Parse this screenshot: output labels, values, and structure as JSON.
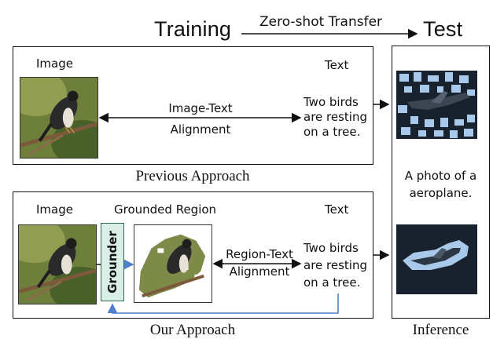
{
  "header": {
    "training": "Training",
    "transfer": "Zero-shot Transfer",
    "test": "Test"
  },
  "previous": {
    "image_label": "Image",
    "text_label": "Text",
    "alignment": [
      "Image-Text",
      "Alignment"
    ],
    "text_lines": [
      "Two birds",
      "are resting",
      "on a tree."
    ],
    "caption": "Previous Approach"
  },
  "ours": {
    "image_label": "Image",
    "grounded_label": "Grounded Region",
    "text_label": "Text",
    "grounder": "Grounder",
    "alignment": [
      "Region-Text",
      "Alignment"
    ],
    "text_lines": [
      "Two birds",
      "are resting",
      "on a tree."
    ],
    "caption": "Our  Approach"
  },
  "inference": {
    "prompt_lines": [
      "A photo of a",
      "aeroplane."
    ],
    "caption": "Inference"
  },
  "colors": {
    "grounder_fill": "#d9efe6",
    "feedback_arrow": "#4f7fcf",
    "plane_bg": "#17222e",
    "plane_mask": "#a9c9ea"
  }
}
